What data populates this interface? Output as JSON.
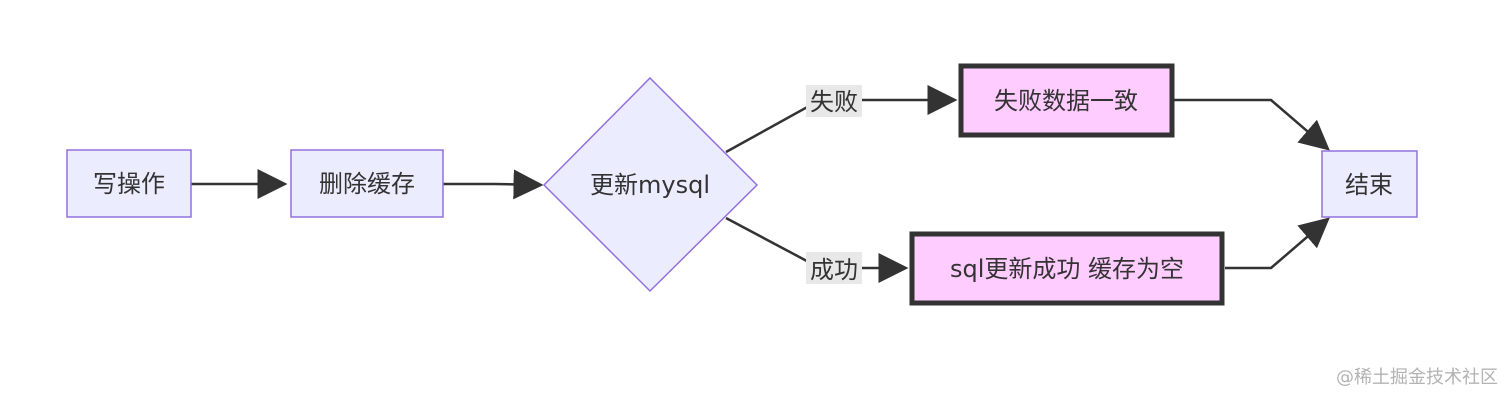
{
  "nodes": {
    "write_op": "写操作",
    "delete_cache": "删除缓存",
    "update_mysql": "更新mysql",
    "fail_consistent": "失败数据一致",
    "sql_success_cache_empty": "sql更新成功 缓存为空",
    "end": "结束"
  },
  "edges": {
    "fail_label": "失败",
    "success_label": "成功"
  },
  "colors": {
    "node_fill": "#ececff",
    "node_stroke": "#9370db",
    "highlight_fill": "#ffccff",
    "highlight_stroke": "#333333",
    "edge": "#333333"
  },
  "watermark": "@稀土掘金技术社区"
}
